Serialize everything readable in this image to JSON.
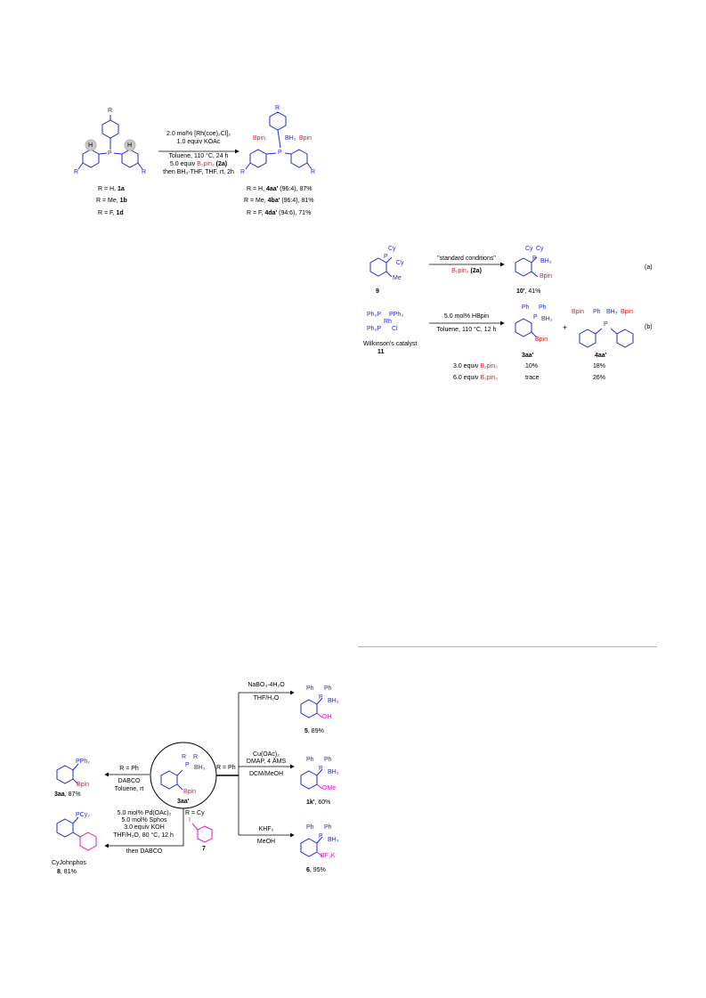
{
  "scheme1": {
    "reactant": {
      "substituent": "R",
      "h_atom": "H",
      "phosphorus": "P"
    },
    "conditions": [
      "2.0 mol% [Rh(coe)₂Cl]₂",
      "1.0 equiv KOAc",
      "Toluene, 110 °C, 24 h",
      "5.0 equiv ",
      "B₂pin₂",
      " (2a)",
      "then BH₃·THF, THF, rt, 2h"
    ],
    "product": {
      "bh3": "BH₃",
      "bpin": "Bpin",
      "p": "P",
      "r": "R"
    },
    "reactant_list": [
      {
        "prefix": "R = H, ",
        "id": "1a"
      },
      {
        "prefix": "R = Me, ",
        "id": "1b"
      },
      {
        "prefix": "R = F, ",
        "id": "1d"
      }
    ],
    "product_list": [
      {
        "prefix": "R = H, ",
        "id": "4aa'",
        "suffix": " (96:4), 87%"
      },
      {
        "prefix": "R = Me, ",
        "id": "4ba'",
        "suffix": " (96:4), 81%"
      },
      {
        "prefix": "R = F, ",
        "id": "4da'",
        "suffix": " (94:6), 71%"
      }
    ]
  },
  "scheme_a": {
    "reactant_labels": {
      "cy1": "Cy",
      "cy2": "Cy",
      "p": "P",
      "me": "Me",
      "id": "9"
    },
    "condition_top": "\"standard conditions\"",
    "condition_bottom": "B₂pin₂",
    "condition_bottom_id": " (2a)",
    "product_labels": {
      "cy1": "Cy",
      "cy2": "Cy",
      "p": "P",
      "bh3": "BH₃",
      "bpin": "Bpin",
      "id": "10'",
      "yield": ", 41%"
    },
    "tag": "(a)"
  },
  "scheme_b": {
    "catalyst": {
      "l1": "Ph₃P",
      "l2": "PPh₃",
      "l3": "Ph₃P",
      "rh": "Rh",
      "cl": "Cl",
      "name": "Wilkinson's catalyst",
      "id": "11"
    },
    "condition_top": "5.0 mol% HBpin",
    "condition_bottom": "Toluene, 110 °C, 12 h",
    "product1": {
      "ph1": "Ph",
      "ph2": "Ph",
      "p": "P",
      "bh3": "BH₃",
      "bpin": "Bpin",
      "id": "3aa'"
    },
    "plus": "+",
    "product2": {
      "bpin1": "Bpin",
      "ph": "Ph",
      "bh3": "BH₃",
      "bpin2": "Bpin",
      "p": "P",
      "id": "4aa'"
    },
    "tag": "(b)",
    "rows": [
      {
        "pre": "3.0 equiv ",
        "reagent": "B₂pin₂",
        "y1": "10%",
        "y2": "18%"
      },
      {
        "pre": "6.0 equiv ",
        "reagent": "B₂pin₂",
        "y1": "trace",
        "y2": "26%"
      }
    ]
  },
  "scheme2": {
    "center": {
      "p": "P",
      "r1": "R",
      "r2": "R",
      "bh3": "BH₃",
      "bpin": "Bpin",
      "id": "3aa'"
    },
    "left_top": {
      "cond1": "R = Ph",
      "cond2": "DABCO",
      "cond3": "Toluene, rt",
      "product_label": "PPh₂",
      "bpin": "Bpin",
      "id": "3aa",
      ", yield": "",
      "yield": ", 87%"
    },
    "left_bottom": {
      "cond_r": "R = Cy",
      "cond1": "5.0 mol% Pd(OAc)₂",
      "cond2": "5.0 mol% Sphos",
      "cond3": "3.0 equiv KOH",
      "cond4": "THF/H₂O, 80 °C, 12 h",
      "cond5": "then DABCO",
      "iodide": "I",
      "iodide_id": "7",
      "product_label": "PCy₂",
      "name": "CyJohnphos",
      "id": "8",
      "yield": ", 81%"
    },
    "branch_label": "R = Ph",
    "right": [
      {
        "cond1": "NaBO₃·4H₂O",
        "cond2": "THF/H₂O",
        "ph1": "Ph",
        "ph2": "Ph",
        "p": "P",
        "bh3": "BH₃",
        "sub": "OH",
        "id": "5",
        "yield": ", 89%"
      },
      {
        "cond1": "Cu(OAc)₂",
        "cond2": "DMAP, 4 ÅMS",
        "cond3": "DCM/MeOH",
        "ph1": "Ph",
        "ph2": "Ph",
        "p": "P",
        "bh3": "BH₃",
        "sub": "OMe",
        "id": "1k'",
        "yield": ", 60%"
      },
      {
        "cond1": "KHF₂",
        "cond2": "MeOH",
        "ph1": "Ph",
        "ph2": "Ph",
        "p": "P",
        "bh3": "BH₃",
        "sub": "BF₃K",
        "id": "6",
        "yield": ", 95%"
      }
    ]
  }
}
